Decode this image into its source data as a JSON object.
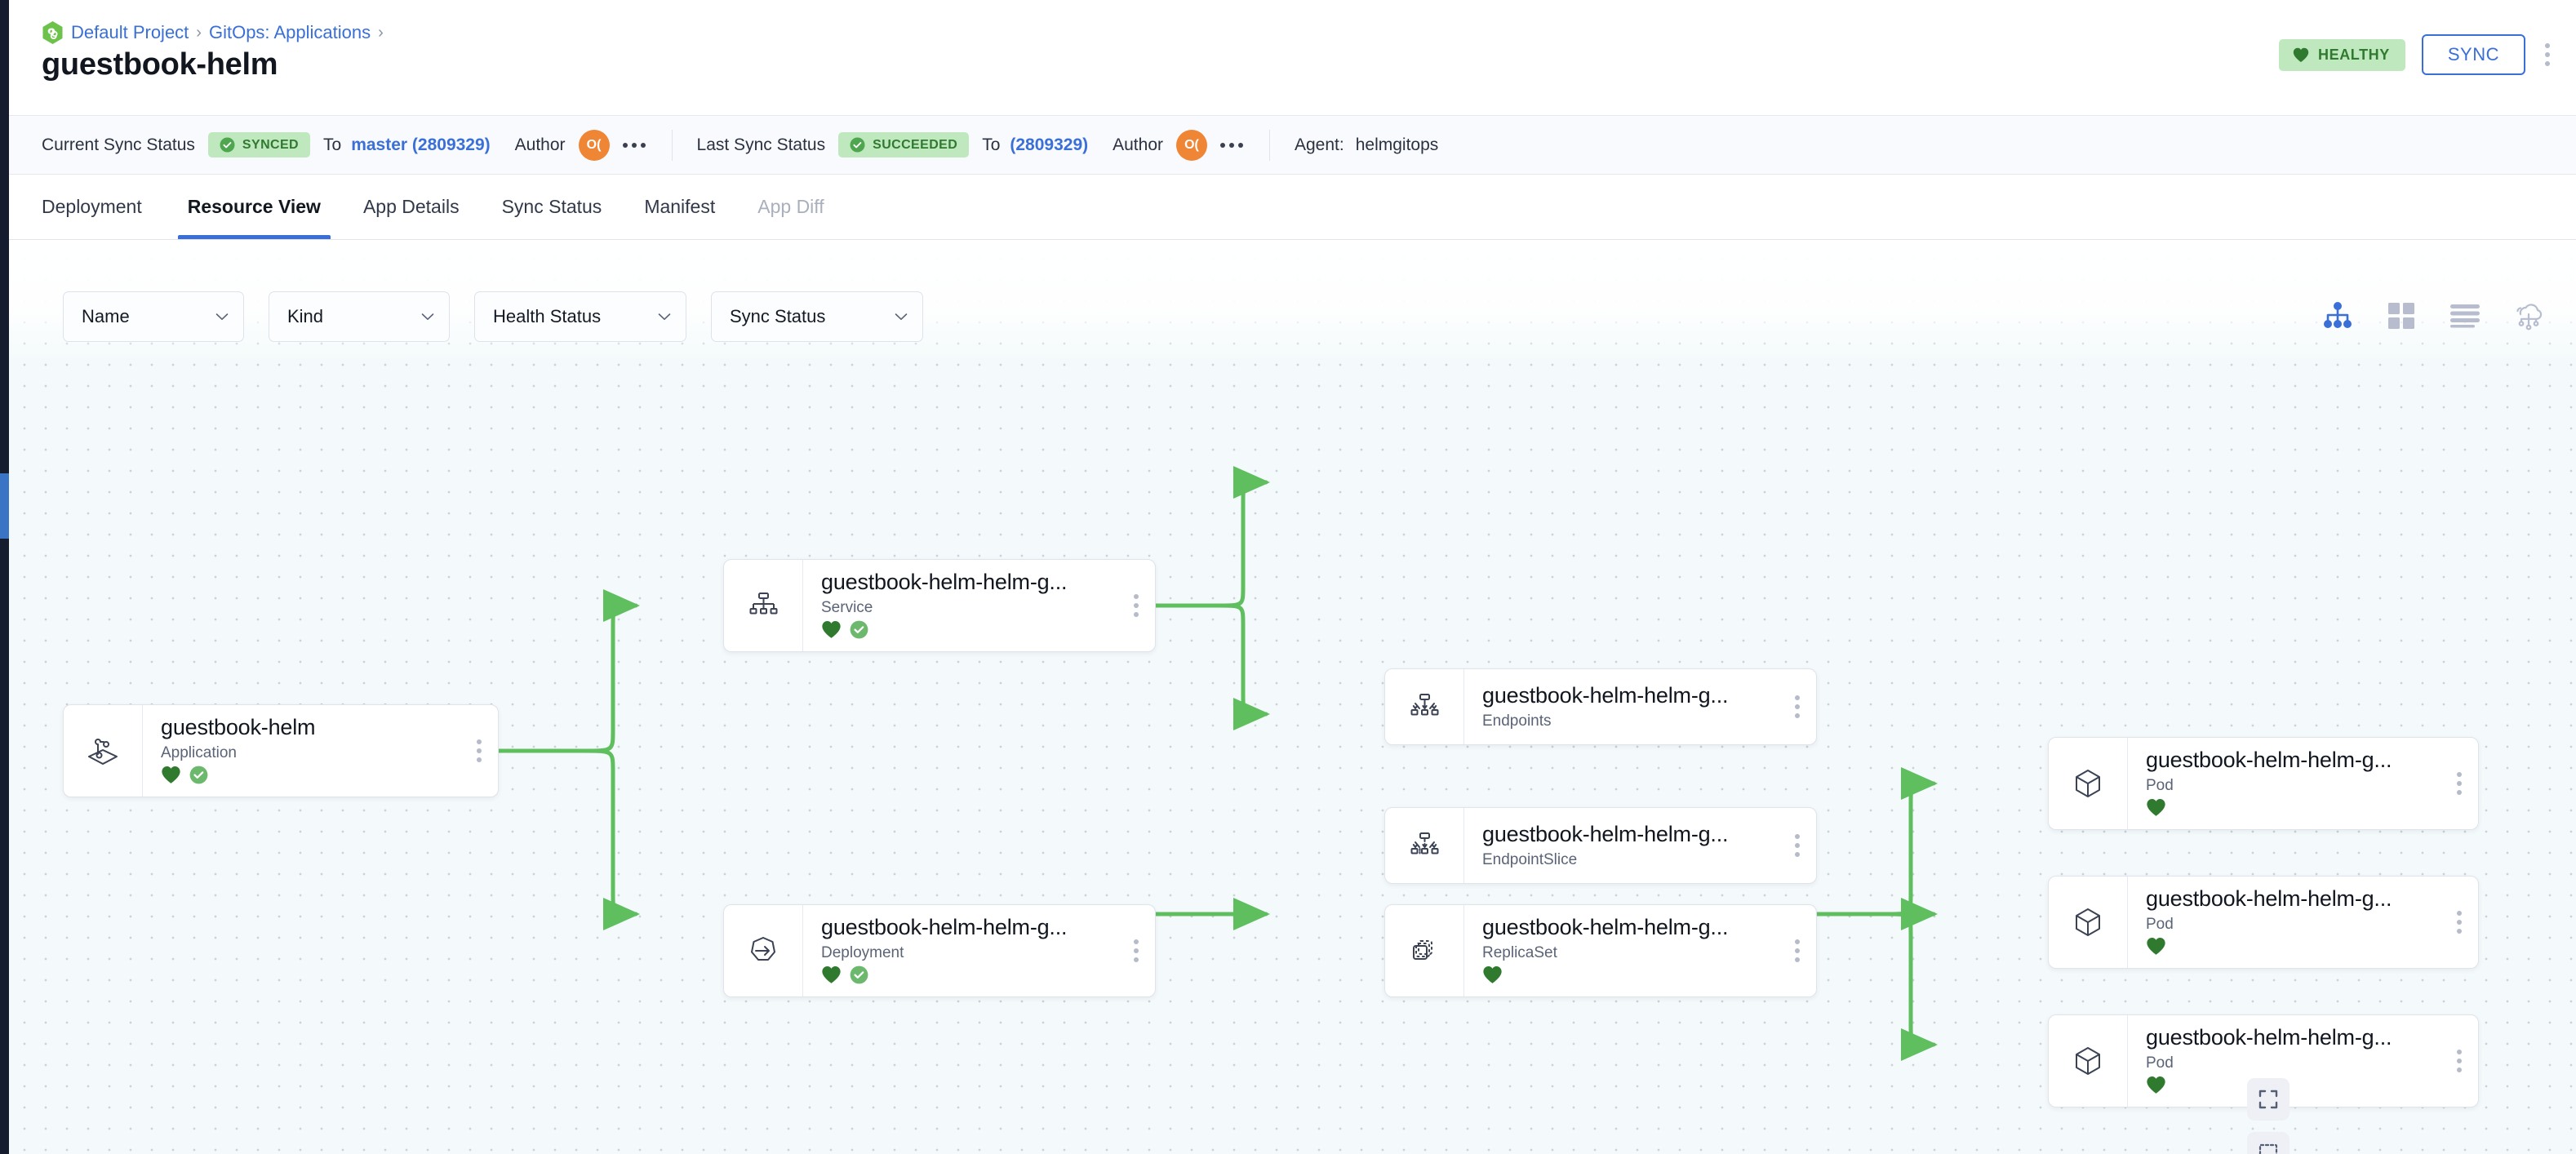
{
  "breadcrumb": {
    "project_icon": "project-hexagon-icon",
    "items": [
      {
        "label": "Default Project",
        "sep": "›"
      },
      {
        "label": "GitOps: Applications",
        "sep": "›"
      }
    ]
  },
  "header": {
    "title": "guestbook-helm",
    "health_badge": "HEALTHY",
    "sync_button": "SYNC",
    "overflow_icon": "kebab-menu-icon"
  },
  "sync_strip": {
    "current_label": "Current Sync Status",
    "current_status": "SYNCED",
    "current_to_label": "To",
    "current_revision": "master (2809329)",
    "current_author_label": "Author",
    "current_author_initials": "O(",
    "last_label": "Last Sync Status",
    "last_status": "SUCCEEDED",
    "last_to_label": "To",
    "last_revision": "(2809329)",
    "last_author_label": "Author",
    "last_author_initials": "O(",
    "agent_label": "Agent:",
    "agent_value": "helmgitops"
  },
  "tabs": [
    {
      "label": "Deployment",
      "active": false,
      "disabled": false
    },
    {
      "label": "Resource View",
      "active": true,
      "disabled": false
    },
    {
      "label": "App Details",
      "active": false,
      "disabled": false
    },
    {
      "label": "Sync Status",
      "active": false,
      "disabled": false
    },
    {
      "label": "Manifest",
      "active": false,
      "disabled": false
    },
    {
      "label": "App Diff",
      "active": false,
      "disabled": true
    }
  ],
  "filters": [
    {
      "label": "Name",
      "key": "name"
    },
    {
      "label": "Kind",
      "key": "kind"
    },
    {
      "label": "Health Status",
      "key": "health"
    },
    {
      "label": "Sync Status",
      "key": "sync"
    }
  ],
  "view_toggles": [
    {
      "name": "tree-view-icon",
      "active": true
    },
    {
      "name": "grid-view-icon",
      "active": false
    },
    {
      "name": "list-view-icon",
      "active": false
    },
    {
      "name": "network-view-icon",
      "active": false
    }
  ],
  "graph": {
    "nodes": [
      {
        "id": "app",
        "title": "guestbook-helm",
        "kind": "Application",
        "icon": "application-icon",
        "health": true,
        "synced": true
      },
      {
        "id": "service",
        "title": "guestbook-helm-helm-g...",
        "kind": "Service",
        "icon": "service-icon",
        "health": true,
        "synced": true
      },
      {
        "id": "endpoints",
        "title": "guestbook-helm-helm-g...",
        "kind": "Endpoints",
        "icon": "endpoints-icon",
        "health": false,
        "synced": false
      },
      {
        "id": "endpointslice",
        "title": "guestbook-helm-helm-g...",
        "kind": "EndpointSlice",
        "icon": "endpointslice-icon",
        "health": false,
        "synced": false
      },
      {
        "id": "deployment",
        "title": "guestbook-helm-helm-g...",
        "kind": "Deployment",
        "icon": "deployment-icon",
        "health": true,
        "synced": true
      },
      {
        "id": "replicaset",
        "title": "guestbook-helm-helm-g...",
        "kind": "ReplicaSet",
        "icon": "replicaset-icon",
        "health": true,
        "synced": false
      },
      {
        "id": "pod1",
        "title": "guestbook-helm-helm-g...",
        "kind": "Pod",
        "icon": "pod-icon",
        "health": true,
        "synced": false
      },
      {
        "id": "pod2",
        "title": "guestbook-helm-helm-g...",
        "kind": "Pod",
        "icon": "pod-icon",
        "health": true,
        "synced": false
      },
      {
        "id": "pod3",
        "title": "guestbook-helm-helm-g...",
        "kind": "Pod",
        "icon": "pod-icon",
        "health": true,
        "synced": false
      }
    ],
    "floating_buttons": [
      {
        "name": "fullscreen-icon"
      },
      {
        "name": "select-area-icon"
      }
    ]
  },
  "colors": {
    "accent_blue": "#3a6fd8",
    "health_green": "#2f7a2f",
    "badge_green_bg": "#bfe8bf",
    "edge_green": "#5fbf5f",
    "avatar_orange": "#ef8636",
    "rail_dark": "#141c2e"
  }
}
